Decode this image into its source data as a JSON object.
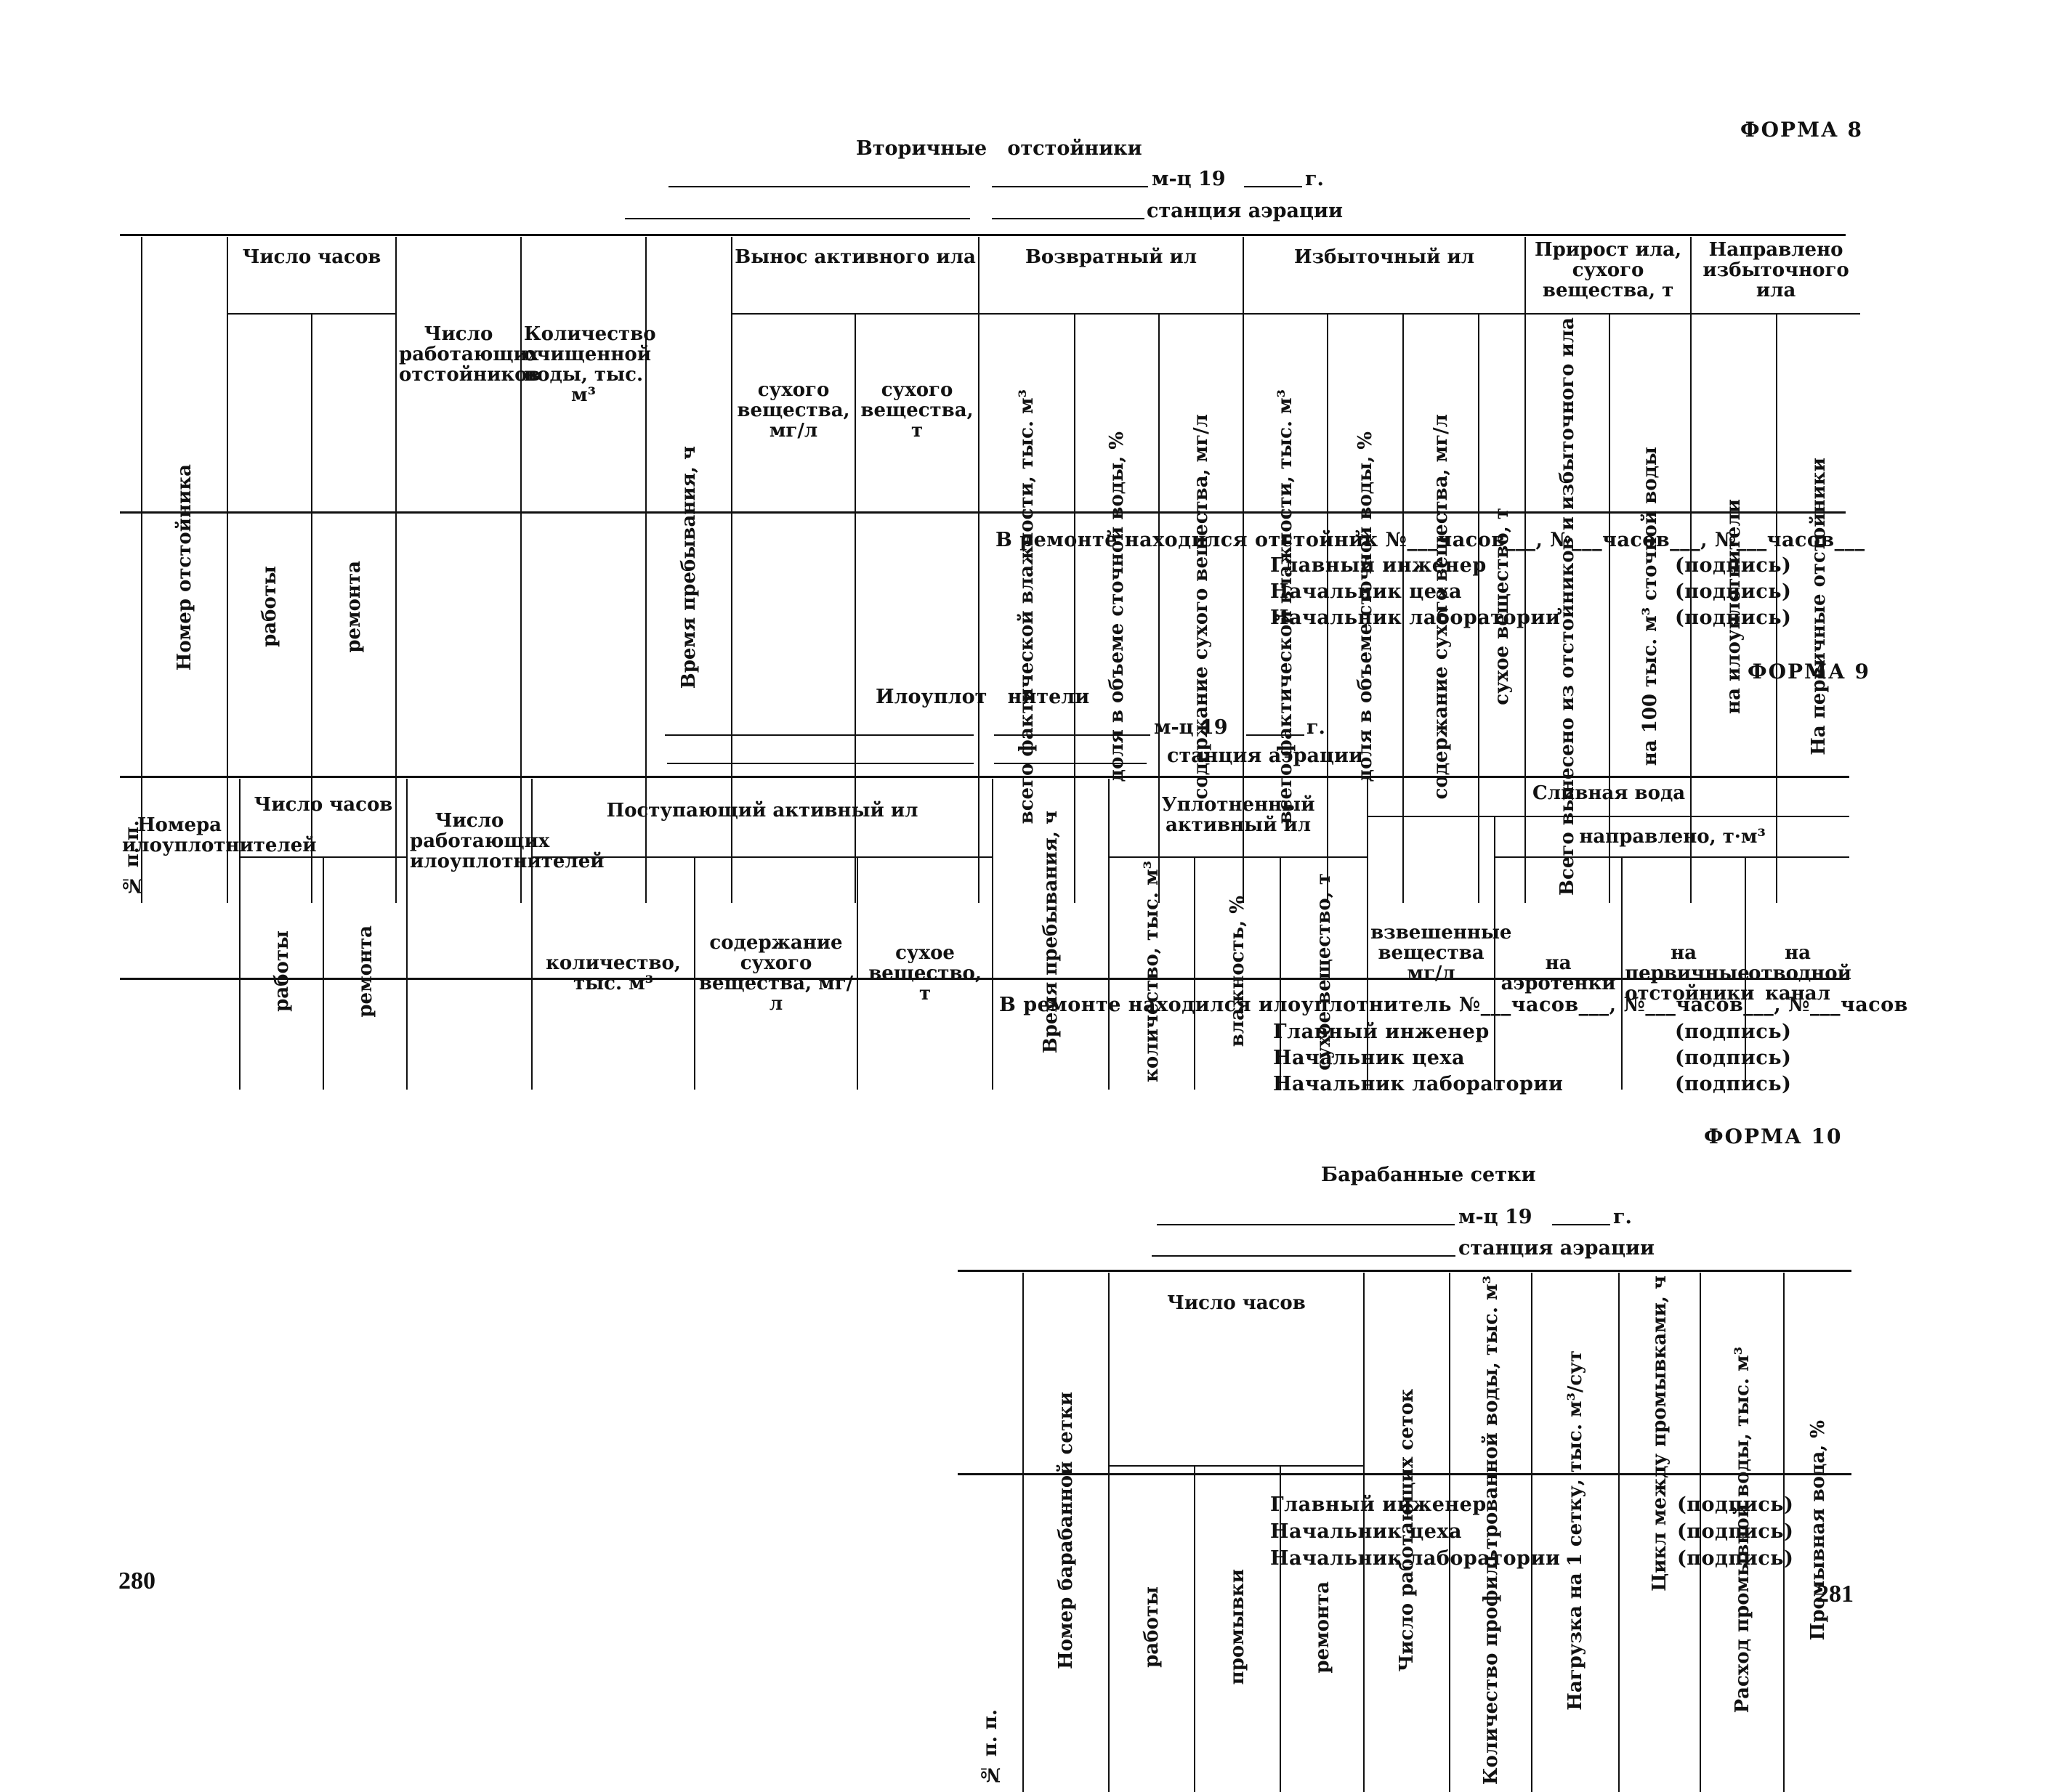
{
  "form8": {
    "form_label": "ФОРМА 8",
    "title": "Вторичные   отстойники",
    "month_line": "м-ц 19",
    "year_suffix": "г.",
    "station_line": "станция аэрации",
    "headers": {
      "num": "№ п. п.",
      "settler_no": "Номер отстойника",
      "hours": "Число часов",
      "hours_work": "работы",
      "hours_repair": "ремонта",
      "working_count": "Число работающих отстойников",
      "treated_water": "Количество очищенной воды, тыс. м³",
      "residence_time": "Время пребывания, ч",
      "carryover": "Вынос активного ила",
      "carryover_mg": "сухого вещества, мг/л",
      "carryover_t": "сухого вещества, т",
      "return_sludge": "Возвратный ил",
      "return_total": "всего фактической влажности, тыс. м³",
      "return_share": "доля в объеме сточной воды, %",
      "return_content": "содержание сухого вещества, мг/л",
      "excess_sludge": "Избыточный ил",
      "excess_total": "всего фактической влажности, тыс. м³",
      "excess_share": "доля в объеме сточной воды, %",
      "excess_content": "содержание сухого вещества, мг/л",
      "excess_dry": "сухое вещество, т",
      "growth": "Прирост ила, сухого вещества, т",
      "growth_total": "Всего вынесено из отстойников и избыточного ила",
      "growth_per100": "на 100 тыс. м³ сточной воды",
      "directed": "Направлено избыточного ила",
      "directed_thick": "на илоуплотнители",
      "directed_primary": "На первичные отстойники"
    },
    "repair_note": "В ремонте находился отстойник №___часов___, №___часов___, №___часов___",
    "signatures": [
      {
        "role": "Главный инженер",
        "sign": "(подпись)"
      },
      {
        "role": "Начальник цеха",
        "sign": "(подпись)"
      },
      {
        "role": "Начальник лаборатории",
        "sign": "(подпись)"
      }
    ]
  },
  "form9": {
    "form_label": "ФОРМА 9",
    "title": "Илоуплот   нители",
    "month_line": "м-ц 19",
    "year_suffix": "г.",
    "station_line": "станция аэрации",
    "headers": {
      "thickener_no": "Номера илоуплотнителей",
      "hours": "Число часов",
      "hours_work": "работы",
      "hours_repair": "ремонта",
      "working_count": "Число работающих илоуплотнителей",
      "incoming": "Поступающий активный ил",
      "incoming_qty": "количество, тыс. м³",
      "incoming_content": "содержание сухого вещества, мг/л",
      "incoming_dry": "сухое вещество, т",
      "residence_time": "Время пребывания, ч",
      "compacted": "Уплотненный активный ил",
      "compacted_qty": "количество, тыс. м³",
      "compacted_moist": "влажность, %",
      "compacted_dry": "сухое вещество, т",
      "drain": "Сливная вода",
      "drain_suspended": "взвешенные вещества мг/л",
      "drain_directed": "направлено, т·м³",
      "drain_aero": "на аэротенки",
      "drain_primary": "на первичные отстойники",
      "drain_channel": "на отводной канал"
    },
    "repair_note": "В ремонте находился илоуплотнитель №___часов___, №___часов___, №___часов",
    "signatures": [
      {
        "role": "Главный инженер",
        "sign": "(подпись)"
      },
      {
        "role": "Начальник цеха",
        "sign": "(подпись)"
      },
      {
        "role": "Начальник лаборатории",
        "sign": "(подпись)"
      }
    ]
  },
  "form10": {
    "form_label": "ФОРМА 10",
    "title": "Барабанные сетки",
    "month_line": "м-ц 19",
    "year_suffix": "г.",
    "station_line": "станция аэрации",
    "headers": {
      "num": "№ п. п.",
      "drum_no": "Номер барабанной сетки",
      "hours": "Число часов",
      "hours_work": "работы",
      "hours_wash": "промывки",
      "hours_repair": "ремонта",
      "working_count": "Число работающих сеток",
      "filtered": "Количество профильтрованной воды, тыс. м³",
      "load": "Нагрузка на 1 сетку, тыс. м³/сут",
      "cycle": "Цикл между промывками, ч",
      "wash_water": "Расход промывной воды, тыс. м³",
      "wash_pct": "Промывная вода, %"
    },
    "signatures": [
      {
        "role": "Главный инженер",
        "sign": "(подпись)"
      },
      {
        "role": "Начальник цеха",
        "sign": "(подпись)"
      },
      {
        "role": "Начальник лаборатории",
        "sign": "(подпись)"
      }
    ]
  },
  "page_numbers": {
    "left": "280",
    "right": "281"
  }
}
